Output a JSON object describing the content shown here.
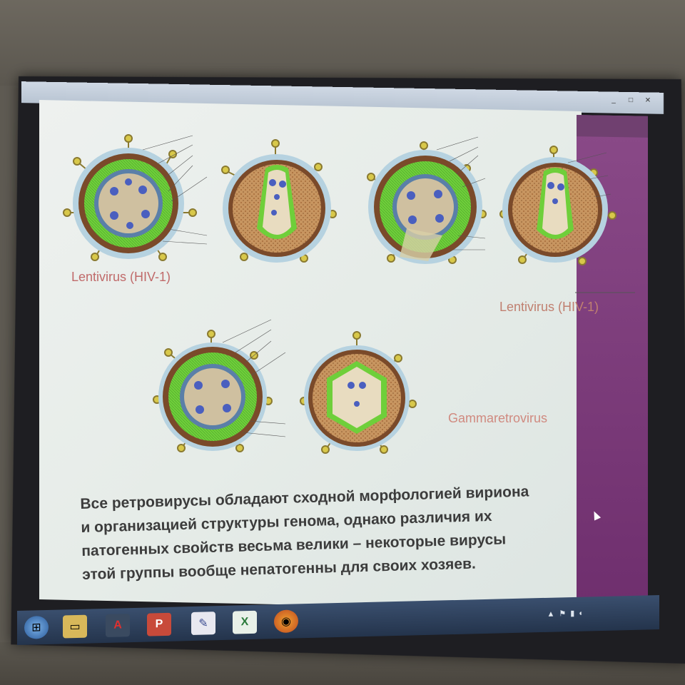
{
  "slide": {
    "labels": {
      "lentivirus_1": "Lentivirus (HIV-1)",
      "lentivirus_2": "Lentivirus (HIV-1)",
      "gammaretrovirus": "Gammaretrovirus"
    },
    "body_lines": [
      "Все ретровирусы обладают сходной морфологией вириона",
      "и организацией структуры генома, однако различия их",
      "патогенных свойств весьма велики – некоторые вирусы",
      "этой группы вообще непатогенны для своих хозяев."
    ]
  },
  "taskbar": {
    "icons": [
      "windows-start-icon",
      "file-explorer-icon",
      "acrobat-icon",
      "powerpoint-icon",
      "paint-icon",
      "excel-icon",
      "firefox-icon"
    ]
  },
  "colors": {
    "envelope_outer": "#9fc4d8",
    "membrane": "#7a4a2a",
    "matrix_green": "#5fbf3a",
    "core_blue": "#4a5fbf",
    "spike_yellow": "#d8c84a",
    "side_panel": "#7a3f7a",
    "label_pink": "#c06a6a"
  }
}
